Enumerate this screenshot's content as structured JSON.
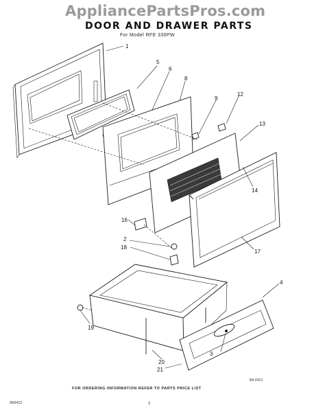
{
  "watermark": "AppliancePartsPros.com",
  "title": "DOOR AND DRAWER PARTS",
  "subtitle": "For Model RFE 330PW",
  "callouts": [
    "1",
    "2",
    "3",
    "4",
    "5",
    "6",
    "8",
    "9",
    "12",
    "13",
    "14",
    "16",
    "17",
    "18",
    "19",
    "20",
    "21"
  ],
  "footer_note": "FOR ORDERING INFORMATION REFER TO PARTS PRICE LIST",
  "ref_code": "BA 0413",
  "doc_number": "968412",
  "page_number": "3"
}
